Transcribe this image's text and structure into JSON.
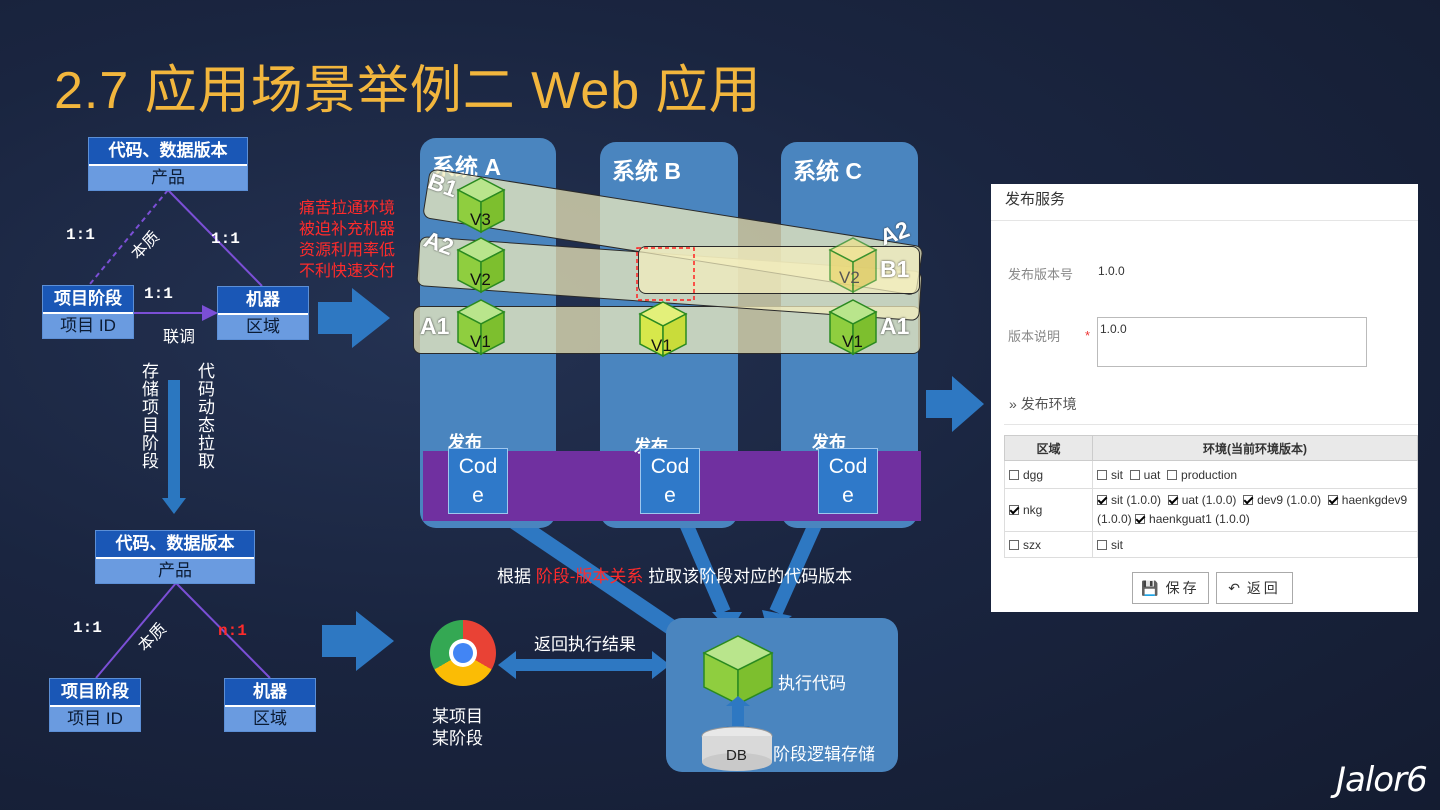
{
  "title": "2.7  应用场景举例二  Web 应用",
  "top_model": {
    "product": {
      "header": "代码、数据版本",
      "body": "产品"
    },
    "stage": {
      "header": "项目阶段",
      "body": "项目 ID"
    },
    "machine": {
      "header": "机器",
      "body": "区域"
    },
    "ratio_left": "1:1",
    "ratio_right": "1:1",
    "ratio_mid": "1:1",
    "essence": "本质",
    "linked": "联调"
  },
  "side_notes": {
    "store": "存储项目阶段",
    "fetch": "代码动态拉取"
  },
  "bottom_model": {
    "product": {
      "header": "代码、数据版本",
      "body": "产品"
    },
    "stage": {
      "header": "项目阶段",
      "body": "项目 ID"
    },
    "machine": {
      "header": "机器",
      "body": "区域"
    },
    "ratio_left": "1:1",
    "ratio_right": "n:1",
    "essence": "本质"
  },
  "pain_points": [
    "痛苦拉通环境",
    "被迫补充机器",
    "资源利用率低",
    "不利快速交付"
  ],
  "systems": [
    "系统 A",
    "系统 B",
    "系统 C"
  ],
  "layers": {
    "b1": "B1",
    "a2": "A2",
    "a1": "A1"
  },
  "versions": {
    "v1": "V1",
    "v2": "V2",
    "v3": "V3"
  },
  "deploy": {
    "publish": "发布",
    "code": "Cod\ne"
  },
  "fetch_caption": {
    "pre": "根据 ",
    "highlight": "阶段-版本关系",
    "post": " 拉取该阶段对应的代码版本"
  },
  "return_result": "返回执行结果",
  "browser_caption": [
    "某项目",
    "某阶段"
  ],
  "exec_code": "执行代码",
  "db": "DB",
  "stage_storage": "阶段逻辑存储",
  "colors": {
    "title": "#f2b63d",
    "red": "#ff2b2b",
    "purple": "#7030a0",
    "system": "#4a85bf",
    "cube": "#8fce3f"
  },
  "panel": {
    "title": "发布服务",
    "version_label": "发布版本号",
    "version_value": "1.0.0",
    "desc_label": "版本说明",
    "required": "*",
    "desc_value": "1.0.0",
    "env_section": "发布环境",
    "col_region": "区域",
    "col_env": "环境(当前环境版本)",
    "rows": [
      {
        "region": "dgg",
        "checked": false,
        "envs": [
          {
            "name": "sit",
            "checked": false
          },
          {
            "name": "uat",
            "checked": false
          },
          {
            "name": "production",
            "checked": false
          }
        ]
      },
      {
        "region": "nkg",
        "checked": true,
        "envs": [
          {
            "name": "sit (1.0.0)",
            "checked": true
          },
          {
            "name": "uat (1.0.0)",
            "checked": true
          },
          {
            "name": "dev9 (1.0.0)",
            "checked": true
          },
          {
            "name": "haenkgdev9 (1.0.0)",
            "checked": true
          },
          {
            "name": "haenkguat1 (1.0.0)",
            "checked": true
          }
        ]
      },
      {
        "region": "szx",
        "checked": false,
        "envs": [
          {
            "name": "sit",
            "checked": false
          }
        ]
      }
    ],
    "save": "保存",
    "back": "返回"
  },
  "logo": "Jalor6"
}
